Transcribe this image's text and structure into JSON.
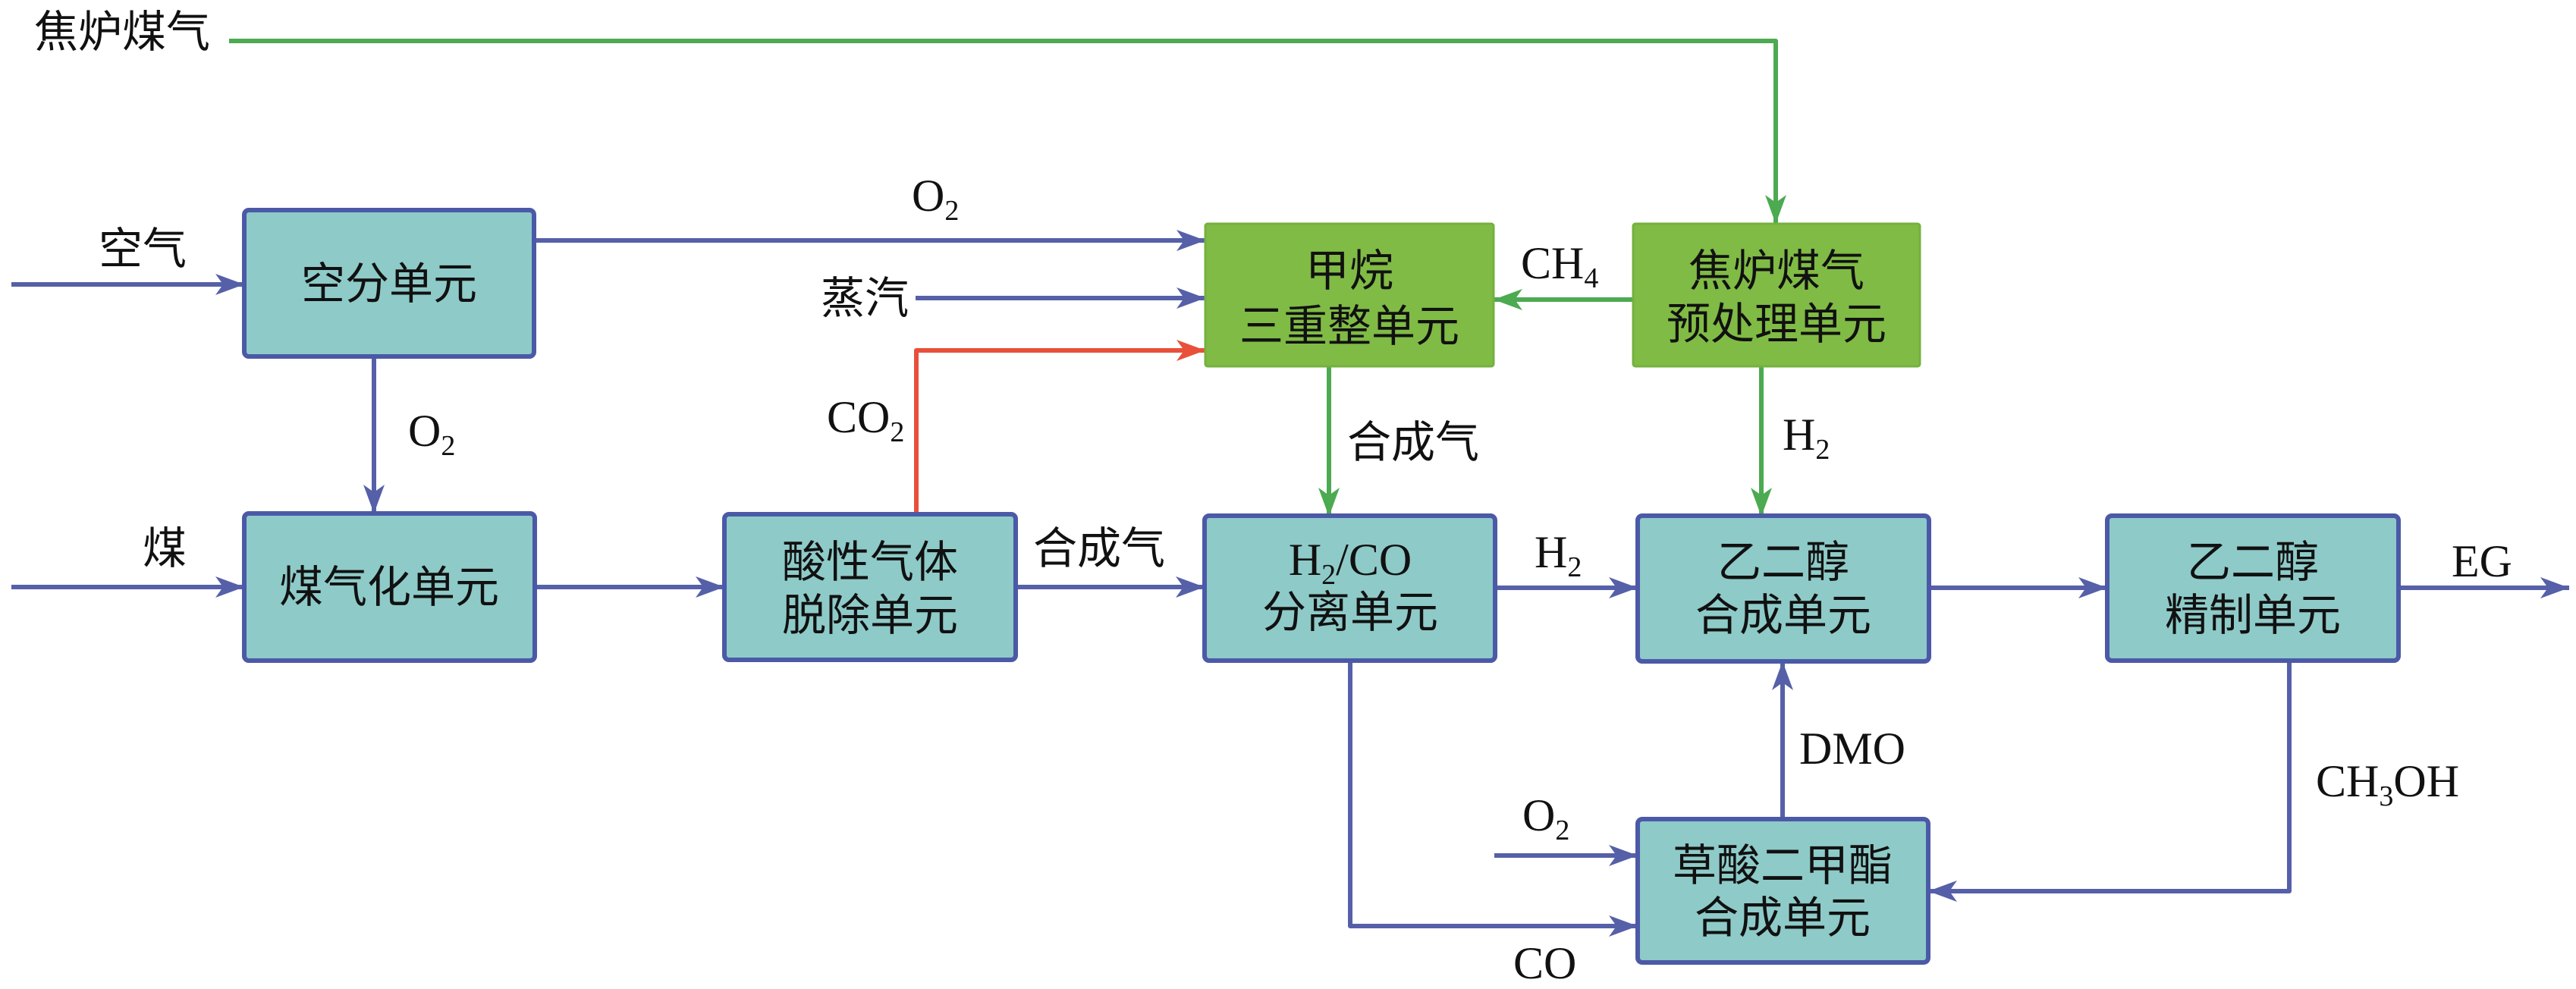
{
  "colors": {
    "process_fill": "#8ecac8",
    "process_border": "#4b59a7",
    "coke_fill": "#80bb45",
    "coke_border": "#74b13e",
    "flow_blue": "#5660a8",
    "flow_green": "#4caa50",
    "flow_co2": "#e8503a"
  },
  "units": {
    "air_separation": {
      "style": "process",
      "lines": [
        {
          "text": "空分单元"
        }
      ]
    },
    "coal_gasification": {
      "style": "process",
      "lines": [
        {
          "text": "煤气化单元"
        }
      ]
    },
    "acid_gas_removal": {
      "style": "process",
      "lines": [
        {
          "text": "酸性气体"
        },
        {
          "text": "脱除单元"
        }
      ]
    },
    "h2_co_separation": {
      "style": "process",
      "lines": [
        {
          "text": "H",
          "sub": "2",
          "tail": "/CO"
        },
        {
          "text": "分离单元"
        }
      ]
    },
    "eg_synthesis": {
      "style": "process",
      "lines": [
        {
          "text": "乙二醇"
        },
        {
          "text": "合成单元"
        }
      ]
    },
    "eg_refining": {
      "style": "process",
      "lines": [
        {
          "text": "乙二醇"
        },
        {
          "text": "精制单元"
        }
      ]
    },
    "dmo_synthesis": {
      "style": "process",
      "lines": [
        {
          "text": "草酸二甲酯"
        },
        {
          "text": "合成单元"
        }
      ]
    },
    "methane_tri_reforming": {
      "style": "coke",
      "lines": [
        {
          "text": "甲烷"
        },
        {
          "text": "三重整单元"
        }
      ]
    },
    "coke_gas_pretreatment": {
      "style": "coke",
      "lines": [
        {
          "text": "焦炉煤气"
        },
        {
          "text": "预处理单元"
        }
      ]
    }
  },
  "flows": {
    "coke_oven_gas_feed": {
      "from": null,
      "to": "coke_gas_pretreatment",
      "color": "green",
      "label": {
        "text": "焦炉煤气"
      }
    },
    "air_feed": {
      "from": null,
      "to": "air_separation",
      "color": "blue",
      "label": {
        "text": "空气"
      }
    },
    "o2_to_reforming": {
      "from": "air_separation",
      "to": "methane_tri_reforming",
      "color": "blue",
      "label": {
        "text": "O",
        "sub": "2"
      }
    },
    "steam_feed": {
      "from": null,
      "to": "methane_tri_reforming",
      "color": "blue",
      "label": {
        "text": "蒸汽"
      }
    },
    "co2_recycle": {
      "from": "acid_gas_removal",
      "to": "methane_tri_reforming",
      "color": "red",
      "label": {
        "text": "CO",
        "sub": "2"
      }
    },
    "ch4_to_reforming": {
      "from": "coke_gas_pretreatment",
      "to": "methane_tri_reforming",
      "color": "green",
      "label": {
        "text": "CH",
        "sub": "4"
      }
    },
    "o2_to_gasification": {
      "from": "air_separation",
      "to": "coal_gasification",
      "color": "blue",
      "label": {
        "text": "O",
        "sub": "2"
      }
    },
    "coal_feed": {
      "from": null,
      "to": "coal_gasification",
      "color": "blue",
      "label": {
        "text": "煤"
      }
    },
    "gasification_to_acid_gas": {
      "from": "coal_gasification",
      "to": "acid_gas_removal",
      "color": "blue",
      "label": null
    },
    "syngas_to_separation": {
      "from": "acid_gas_removal",
      "to": "h2_co_separation",
      "color": "blue",
      "label": {
        "text": "合成气"
      }
    },
    "syngas_from_reforming": {
      "from": "methane_tri_reforming",
      "to": "h2_co_separation",
      "color": "green",
      "label": {
        "text": "合成气"
      }
    },
    "h2_to_eg_synthesis": {
      "from": "h2_co_separation",
      "to": "eg_synthesis",
      "color": "blue",
      "label": {
        "text": "H",
        "sub": "2"
      }
    },
    "h2_from_pretreatment": {
      "from": "coke_gas_pretreatment",
      "to": "eg_synthesis",
      "color": "green",
      "label": {
        "text": "H",
        "sub": "2"
      }
    },
    "eg_synthesis_to_refining": {
      "from": "eg_synthesis",
      "to": "eg_refining",
      "color": "blue",
      "label": null
    },
    "eg_product": {
      "from": "eg_refining",
      "to": null,
      "color": "blue",
      "label": {
        "text": "EG"
      }
    },
    "methanol_recycle": {
      "from": "eg_refining",
      "to": "dmo_synthesis",
      "color": "blue",
      "label": {
        "text": "CH",
        "sub": "3",
        "tail": "OH"
      }
    },
    "dmo_to_eg_synthesis": {
      "from": "dmo_synthesis",
      "to": "eg_synthesis",
      "color": "blue",
      "label": {
        "text": "DMO"
      }
    },
    "o2_to_dmo": {
      "from": null,
      "to": "dmo_synthesis",
      "color": "blue",
      "label": {
        "text": "O",
        "sub": "2"
      }
    },
    "co_to_dmo": {
      "from": "h2_co_separation",
      "to": "dmo_synthesis",
      "color": "blue",
      "label": {
        "text": "CO"
      }
    }
  }
}
